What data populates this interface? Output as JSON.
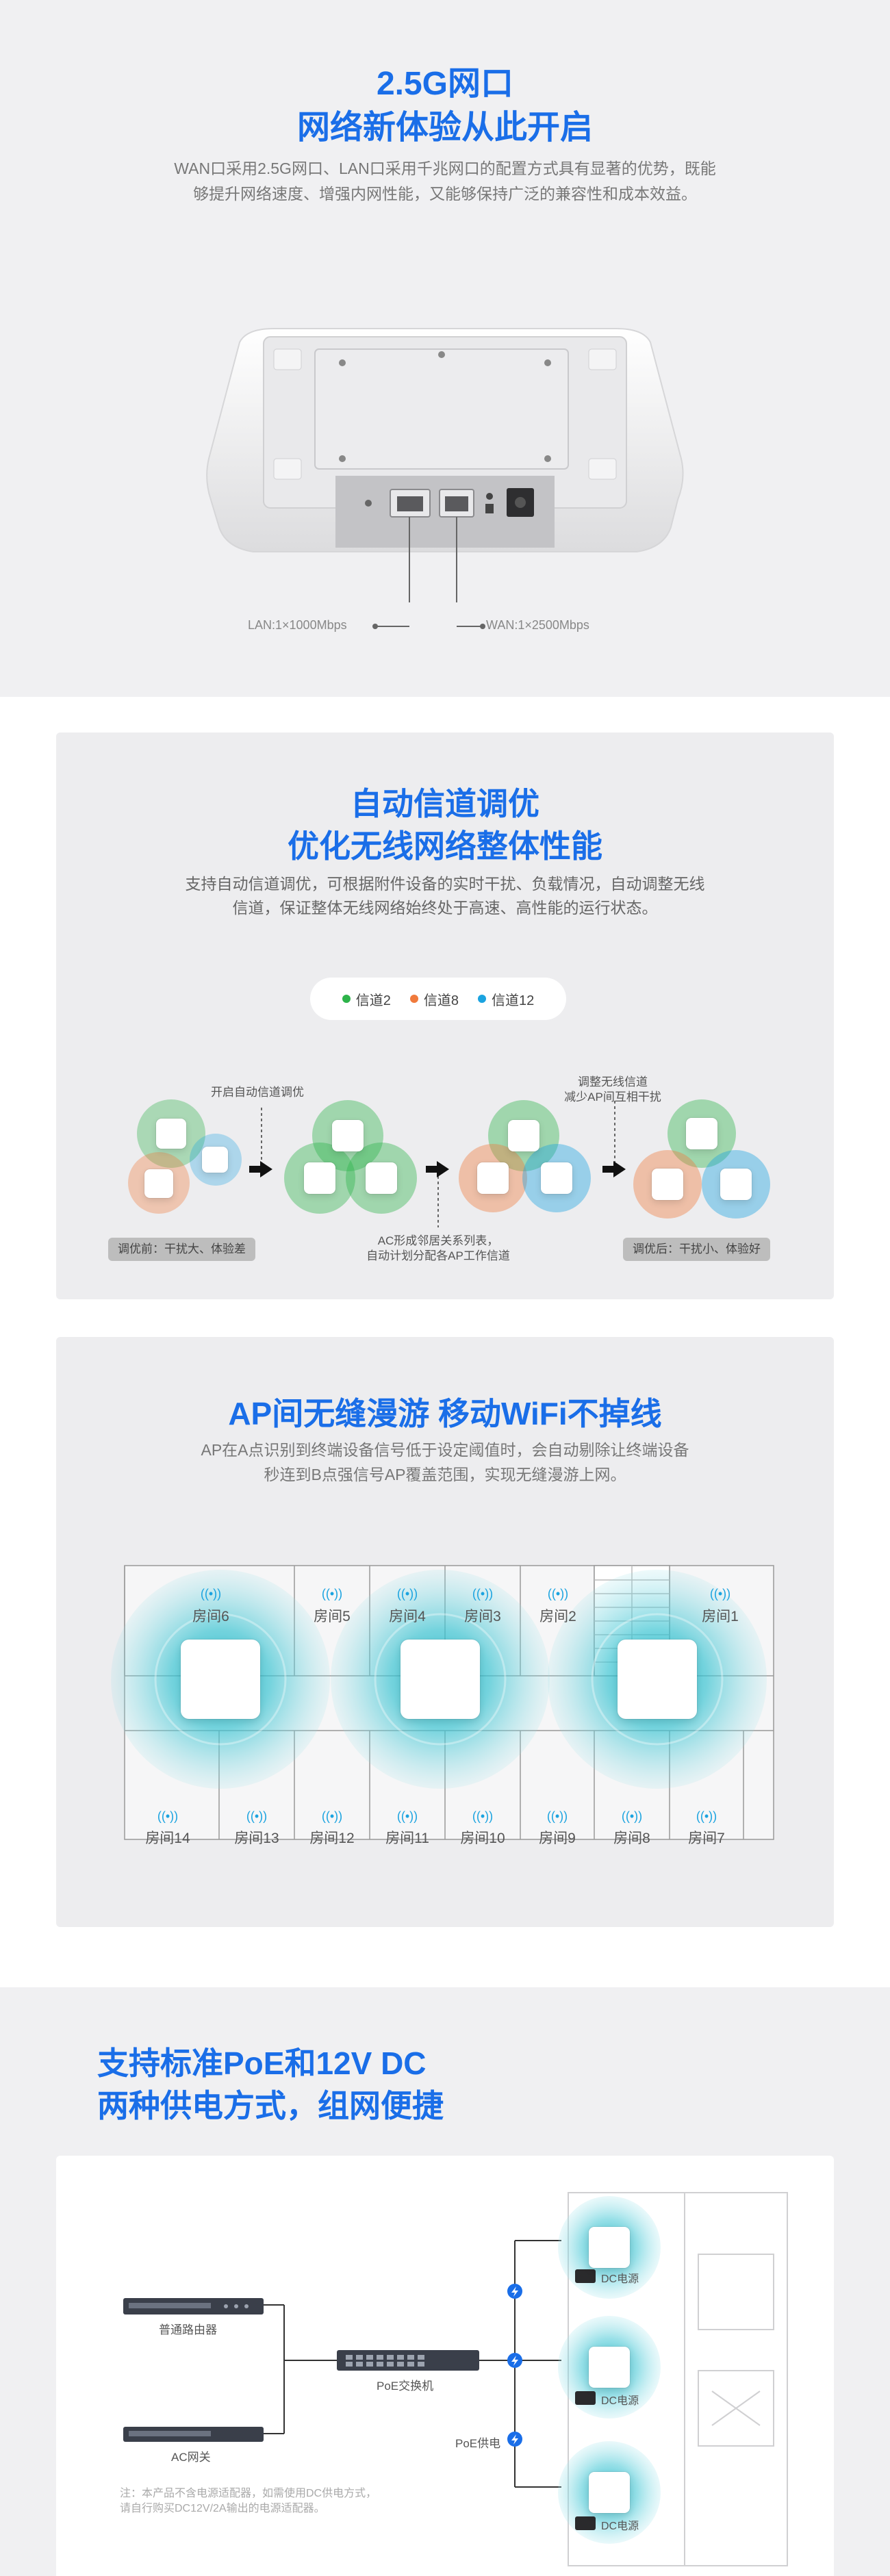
{
  "section1": {
    "title_line1": "2.5G网口",
    "title_line2": "网络新体验从此开启",
    "desc_line1": "WAN口采用2.5G网口、LAN口采用千兆网口的配置方式具有显著的优势，既能",
    "desc_line2": "够提升网络速度、增强内网性能，又能够保持广泛的兼容性和成本效益。",
    "lan_label": "LAN:1×1000Mbps",
    "wan_label": "WAN:1×2500Mbps"
  },
  "section2": {
    "title_line1": "自动信道调优",
    "title_line2": "优化无线网络整体性能",
    "desc_line1": "支持自动信道调优，可根据附件设备的实时干扰、负载情况，自动调整无线",
    "desc_line2": "信道，保证整体无线网络始终处于高速、高性能的运行状态。",
    "legend": [
      {
        "label": "信道2",
        "color": "#2db34a"
      },
      {
        "label": "信道8",
        "color": "#f07a3c"
      },
      {
        "label": "信道12",
        "color": "#1aa3e0"
      }
    ],
    "step1_label": "开启自动信道调优",
    "step2_line1": "AC形成邻居关系列表，",
    "step2_line2": "自动计划分配各AP工作信道",
    "step3_line1": "调整无线信道",
    "step3_line2": "减少AP间互相干扰",
    "before_pill": "调优前：干扰大、体验差",
    "after_pill": "调优后：干扰小、体验好"
  },
  "section3": {
    "title": "AP间无缝漫游 移动WiFi不掉线",
    "desc_line1": "AP在A点识别到终端设备信号低于设定阈值时，会自动剔除让终端设备",
    "desc_line2": "秒连到B点强信号AP覆盖范围，实现无缝漫游上网。",
    "top_rooms": [
      "房间6",
      "房间5",
      "房间4",
      "房间3",
      "房间2",
      "房间1"
    ],
    "bottom_rooms": [
      "房间14",
      "房间13",
      "房间12",
      "房间11",
      "房间10",
      "房间9",
      "房间8",
      "房间7"
    ],
    "wifi_icon": "wifi-icon"
  },
  "section4": {
    "title_line1": "支持标准PoE和12V DC",
    "title_line2": "两种供电方式，组网便捷",
    "router_label": "普通路由器",
    "ac_label": "AC网关",
    "switch_label": "PoE交换机",
    "poe_label": "PoE供电",
    "dc_labels": [
      "DC电源",
      "DC电源",
      "DC电源"
    ],
    "note_line1": "注：本产品不含电源适配器，如需使用DC供电方式，",
    "note_line2": "请自行购买DC12V/2A输出的电源适配器。",
    "bolt_icon": "lightning-bolt-icon"
  },
  "colors": {
    "brand_blue": "#1a6ee8",
    "green": "#2db34a",
    "orange": "#f07a3c",
    "cyan": "#1aa3e0",
    "teal": "#20b8c8"
  }
}
